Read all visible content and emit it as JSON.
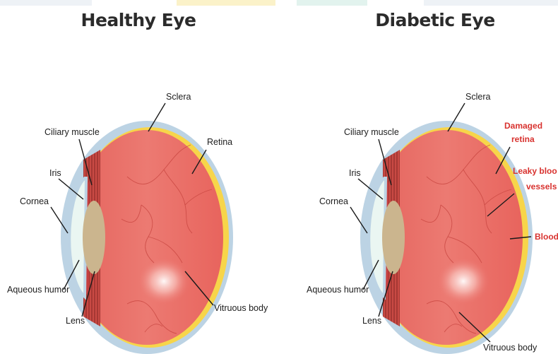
{
  "colors": {
    "sclera": "#bcd3e4",
    "retina": "#f7d54a",
    "body": "#ea6f68",
    "iris": "#c63f3f",
    "lens": "#cbb58e",
    "cornea": "#eaf6f2",
    "label": "#1d1d1d",
    "alert": "#d8322f"
  },
  "healthy": {
    "title": "Healthy Eye",
    "labels": {
      "sclera": "Sclera",
      "ciliary": "Ciliary muscle",
      "retina": "Retina",
      "iris": "Iris",
      "cornea": "Cornea",
      "aqueous": "Aqueous humor",
      "lens": "Lens",
      "vitreous": "Vitruous body"
    }
  },
  "diabetic": {
    "title": "Diabetic Eye",
    "labels": {
      "sclera": "Sclera",
      "ciliary": "Ciliary muscle",
      "iris": "Iris",
      "cornea": "Cornea",
      "aqueous": "Aqueous humor",
      "lens": "Lens",
      "vitreous": "Vitruous body",
      "damaged_1": "Damaged",
      "damaged_2": "retina",
      "leaky_1": "Leaky bloo",
      "leaky_2": "vessels",
      "blood": "Blood"
    }
  }
}
